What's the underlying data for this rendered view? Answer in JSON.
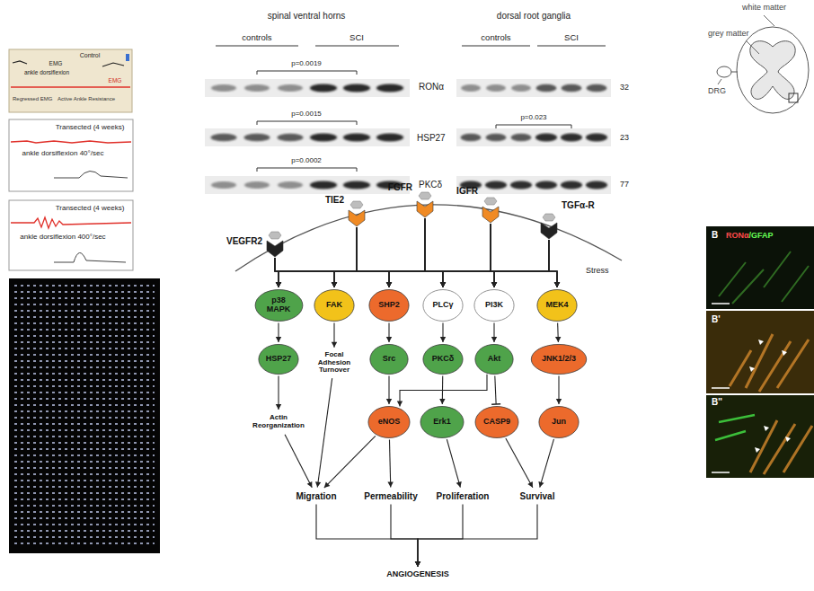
{
  "diagram": {
    "nodes": [
      {
        "text": [
          "VEGFR2"
        ]
      },
      {
        "text": [
          "TIE2"
        ]
      },
      {
        "text": [
          "FGFR"
        ]
      },
      {
        "text": [
          "IGFR"
        ]
      },
      {
        "text": [
          "TGFα-R"
        ]
      },
      {
        "text": [
          "p38 MAPK"
        ]
      },
      {
        "text": [
          "FAK"
        ]
      },
      {
        "text": [
          "SHP2"
        ]
      },
      {
        "text": [
          "PLCγ"
        ]
      },
      {
        "text": [
          "PI3K"
        ]
      },
      {
        "text": [
          "MEK4"
        ]
      },
      {
        "text": [
          "HSP27"
        ]
      },
      {
        "text": [
          "Focal Adhesion Turnover"
        ]
      },
      {
        "text": [
          "Src"
        ]
      },
      {
        "text": [
          "PKCδ"
        ]
      },
      {
        "text": [
          "Akt"
        ]
      },
      {
        "text": [
          "JNK1/2/3"
        ]
      },
      {
        "text": [
          "Actin Reorganization"
        ]
      },
      {
        "text": [
          "eNOS"
        ]
      },
      {
        "text": [
          "Erk1"
        ]
      },
      {
        "text": [
          "CASP9"
        ]
      },
      {
        "text": [
          "Jun"
        ]
      },
      {
        "text": [
          "Migration"
        ]
      },
      {
        "text": [
          "Permeability"
        ]
      },
      {
        "text": [
          "Proliferation"
        ]
      },
      {
        "text": [
          "Survival"
        ]
      },
      {
        "text": [
          "ANGIOGENESIS"
        ]
      }
    ],
    "edges": [
      {
        "from": 0,
        "to": 5,
        "arrow": "to"
      },
      {
        "from": 0,
        "to": 6,
        "arrow": "to"
      },
      {
        "from": 0,
        "to": 7,
        "arrow": "to"
      },
      {
        "from": 0,
        "to": 8,
        "arrow": "to"
      },
      {
        "from": 0,
        "to": 9,
        "arrow": "to"
      },
      {
        "from": 0,
        "to": 10,
        "arrow": "to"
      },
      {
        "from": 1,
        "to": 5,
        "arrow": "to"
      },
      {
        "from": 1,
        "to": 6,
        "arrow": "to"
      },
      {
        "from": 1,
        "to": 7,
        "arrow": "to"
      },
      {
        "from": 1,
        "to": 8,
        "arrow": "to"
      },
      {
        "from": 1,
        "to": 9,
        "arrow": "to"
      },
      {
        "from": 1,
        "to": 10,
        "arrow": "to"
      },
      {
        "from": 2,
        "to": 5,
        "arrow": "to"
      },
      {
        "from": 2,
        "to": 6,
        "arrow": "to"
      },
      {
        "from": 2,
        "to": 7,
        "arrow": "to"
      },
      {
        "from": 2,
        "to": 8,
        "arrow": "to"
      },
      {
        "from": 2,
        "to": 9,
        "arrow": "to"
      },
      {
        "from": 2,
        "to": 10,
        "arrow": "to"
      },
      {
        "from": 3,
        "to": 5,
        "arrow": "to"
      },
      {
        "from": 3,
        "to": 6,
        "arrow": "to"
      },
      {
        "from": 3,
        "to": 7,
        "arrow": "to"
      },
      {
        "from": 3,
        "to": 8,
        "arrow": "to"
      },
      {
        "from": 3,
        "to": 9,
        "arrow": "to"
      },
      {
        "from": 3,
        "to": 10,
        "arrow": "to"
      },
      {
        "from": 4,
        "to": 5,
        "arrow": "to"
      },
      {
        "from": 4,
        "to": 6,
        "arrow": "to"
      },
      {
        "from": 4,
        "to": 7,
        "arrow": "to"
      },
      {
        "from": 4,
        "to": 8,
        "arrow": "to"
      },
      {
        "from": 4,
        "to": 9,
        "arrow": "to"
      },
      {
        "from": 4,
        "to": 10,
        "arrow": "to"
      },
      {
        "from": 5,
        "to": 11,
        "arrow": "to"
      },
      {
        "from": 11,
        "to": 17,
        "arrow": "to"
      },
      {
        "from": 17,
        "to": 22,
        "arrow": "to"
      },
      {
        "from": 6,
        "to": 12,
        "arrow": "to"
      },
      {
        "from": 12,
        "to": 22,
        "arrow": "to"
      },
      {
        "from": 7,
        "to": 13,
        "arrow": "to"
      },
      {
        "from": 13,
        "to": 18,
        "arrow": "to"
      },
      {
        "from": 8,
        "to": 14,
        "arrow": "to"
      },
      {
        "from": 14,
        "to": 19,
        "arrow": "to"
      },
      {
        "from": 19,
        "to": 24,
        "arrow": "to"
      },
      {
        "from": 9,
        "to": 15,
        "arrow": "to"
      },
      {
        "from": 15,
        "to": 18,
        "arrow": "to"
      },
      {
        "from": 15,
        "to": 20,
        "arrow": "to"
      },
      {
        "from": 10,
        "to": 16,
        "arrow": "to"
      },
      {
        "from": 16,
        "to": 21,
        "arrow": "to"
      },
      {
        "from": 21,
        "to": 25,
        "arrow": "to"
      },
      {
        "from": 20,
        "to": 25,
        "arrow": "to"
      },
      {
        "from": 18,
        "to": 22,
        "arrow": "to"
      },
      {
        "from": 18,
        "to": 23,
        "arrow": "to"
      },
      {
        "from": 22,
        "to": 26,
        "arrow": "to"
      },
      {
        "from": 23,
        "to": 26,
        "arrow": "to"
      },
      {
        "from": 24,
        "to": 26,
        "arrow": "to"
      },
      {
        "from": 25,
        "to": 26,
        "arrow": "to"
      }
    ],
    "labels": [
      "Control",
      "EMG",
      "ankle dorsiflexion",
      "EMG",
      "Regressed EMG",
      "Active Ankle Resistance",
      "Transected (4 weeks)",
      "ankle dorsiflexion 40°/sec",
      "Transected (4 weeks)",
      "ankle dorsiflexion 400°/sec",
      "spinal ventral horns",
      "controls",
      "SCI",
      "dorsal root ganglia",
      "controls",
      "SCI",
      "p=0.0019",
      "RONα",
      "32",
      "p=0.0015",
      "p=0.023",
      "HSP27",
      "23",
      "p=0.0002",
      "PKCδ",
      "77",
      "Stress",
      "white matter",
      "grey matter",
      "DRG",
      "B",
      "RONα",
      "/GFAP",
      "B'",
      "B''"
    ]
  }
}
